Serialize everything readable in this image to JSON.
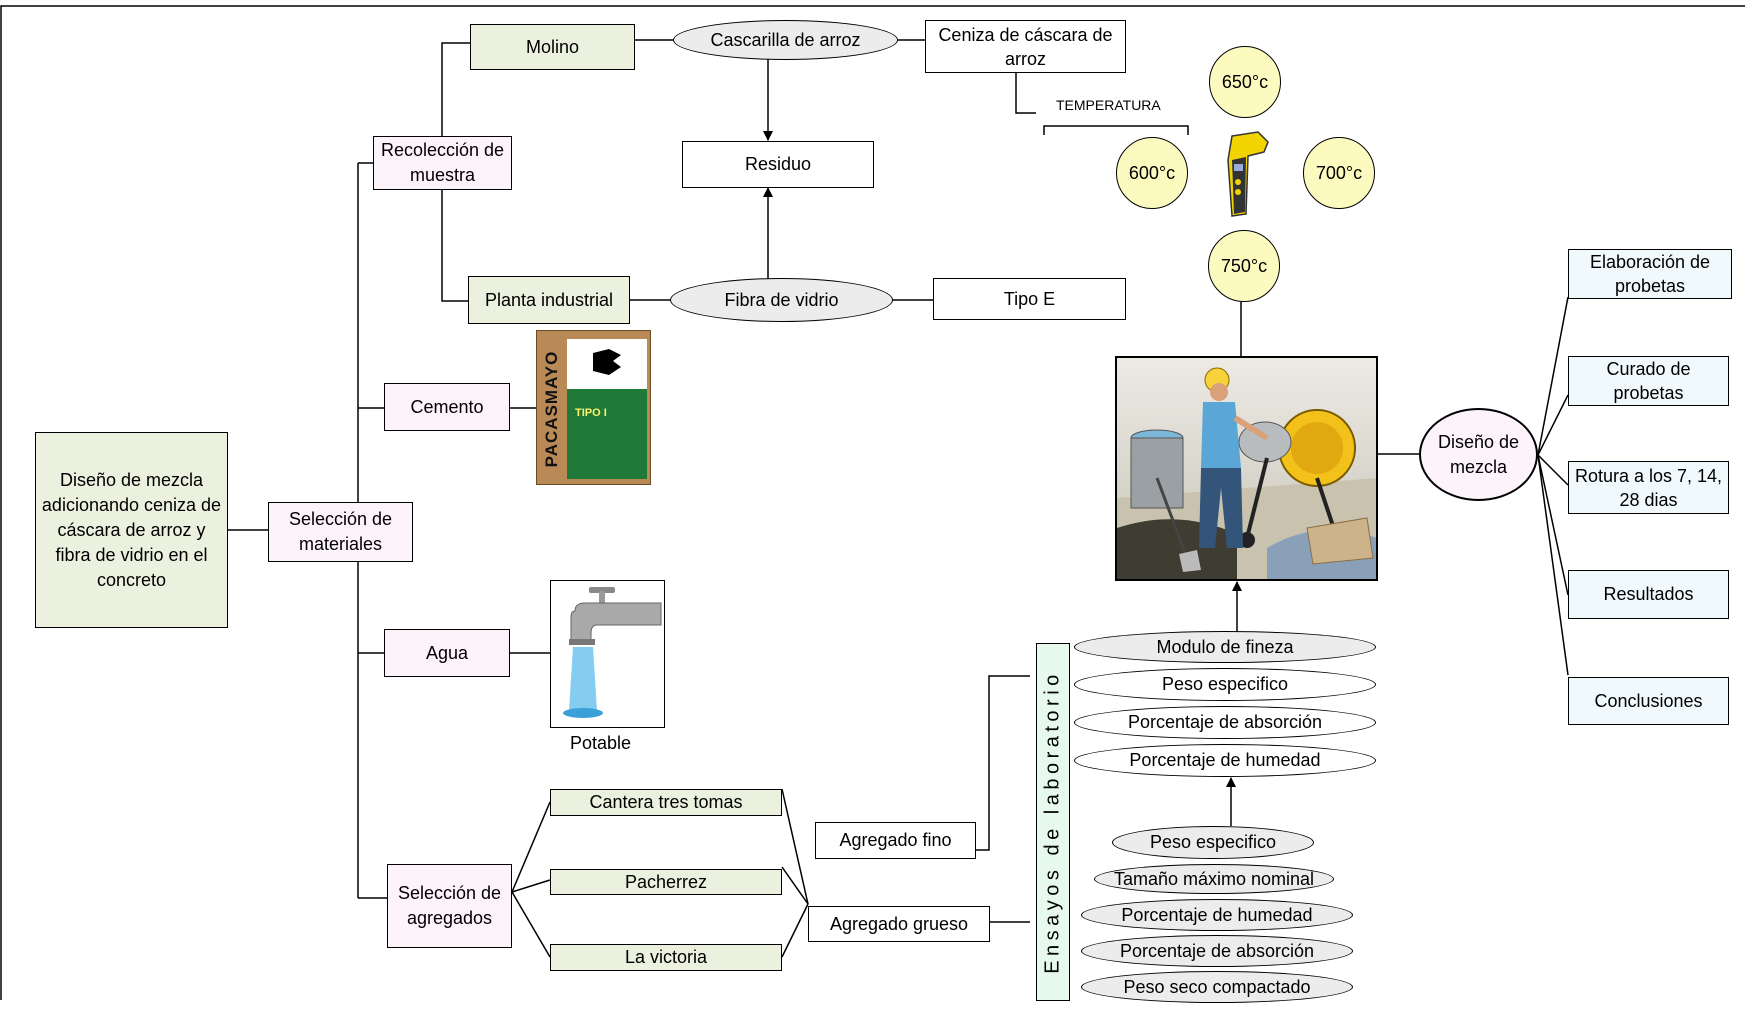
{
  "main_node": "Diseño de mezcla adicionando ceniza de cáscara de arroz y fibra de vidrio en el concreto",
  "seleccion_materiales": "Selección de materiales",
  "recoleccion": "Recolección de muestra",
  "molino": "Molino",
  "planta": "Planta industrial",
  "cascarilla": "Cascarilla de arroz",
  "fibra": "Fibra de vidrio",
  "residuo": "Residuo",
  "ceniza": "Ceniza de cáscara de arroz",
  "tipo_e": "Tipo E",
  "temperatura_label": "TEMPERATURA",
  "temperatures": [
    "650°c",
    "600°c",
    "700°c",
    "750°c"
  ],
  "cemento": "Cemento",
  "cement_bag": {
    "brand": "PACASMAYO",
    "type": "TIPO I"
  },
  "agua": "Agua",
  "potable": "Potable",
  "seleccion_agregados": "Selección de agregados",
  "canteras": [
    "Cantera tres tomas",
    "Pacherrez",
    "La victoria"
  ],
  "agregado_fino": "Agregado fino",
  "agregado_grueso": "Agregado grueso",
  "ensayos": "Ensayos de laboratorio",
  "ensayos_fino": [
    "Modulo de fineza",
    "Peso especifico",
    "Porcentaje de absorción",
    "Porcentaje de humedad"
  ],
  "ensayos_grueso": [
    "Peso especifico",
    "Tamaño máximo nominal",
    "Porcentaje de humedad",
    "Porcentaje de absorción",
    "Peso seco compactado"
  ],
  "diseno_mezcla": "Diseño de mezcla",
  "outcomes": [
    "Elaboración de probetas",
    "Curado de probetas",
    "Rotura a los 7, 14, 28 dias",
    "Resultados",
    "Conclusiones"
  ]
}
